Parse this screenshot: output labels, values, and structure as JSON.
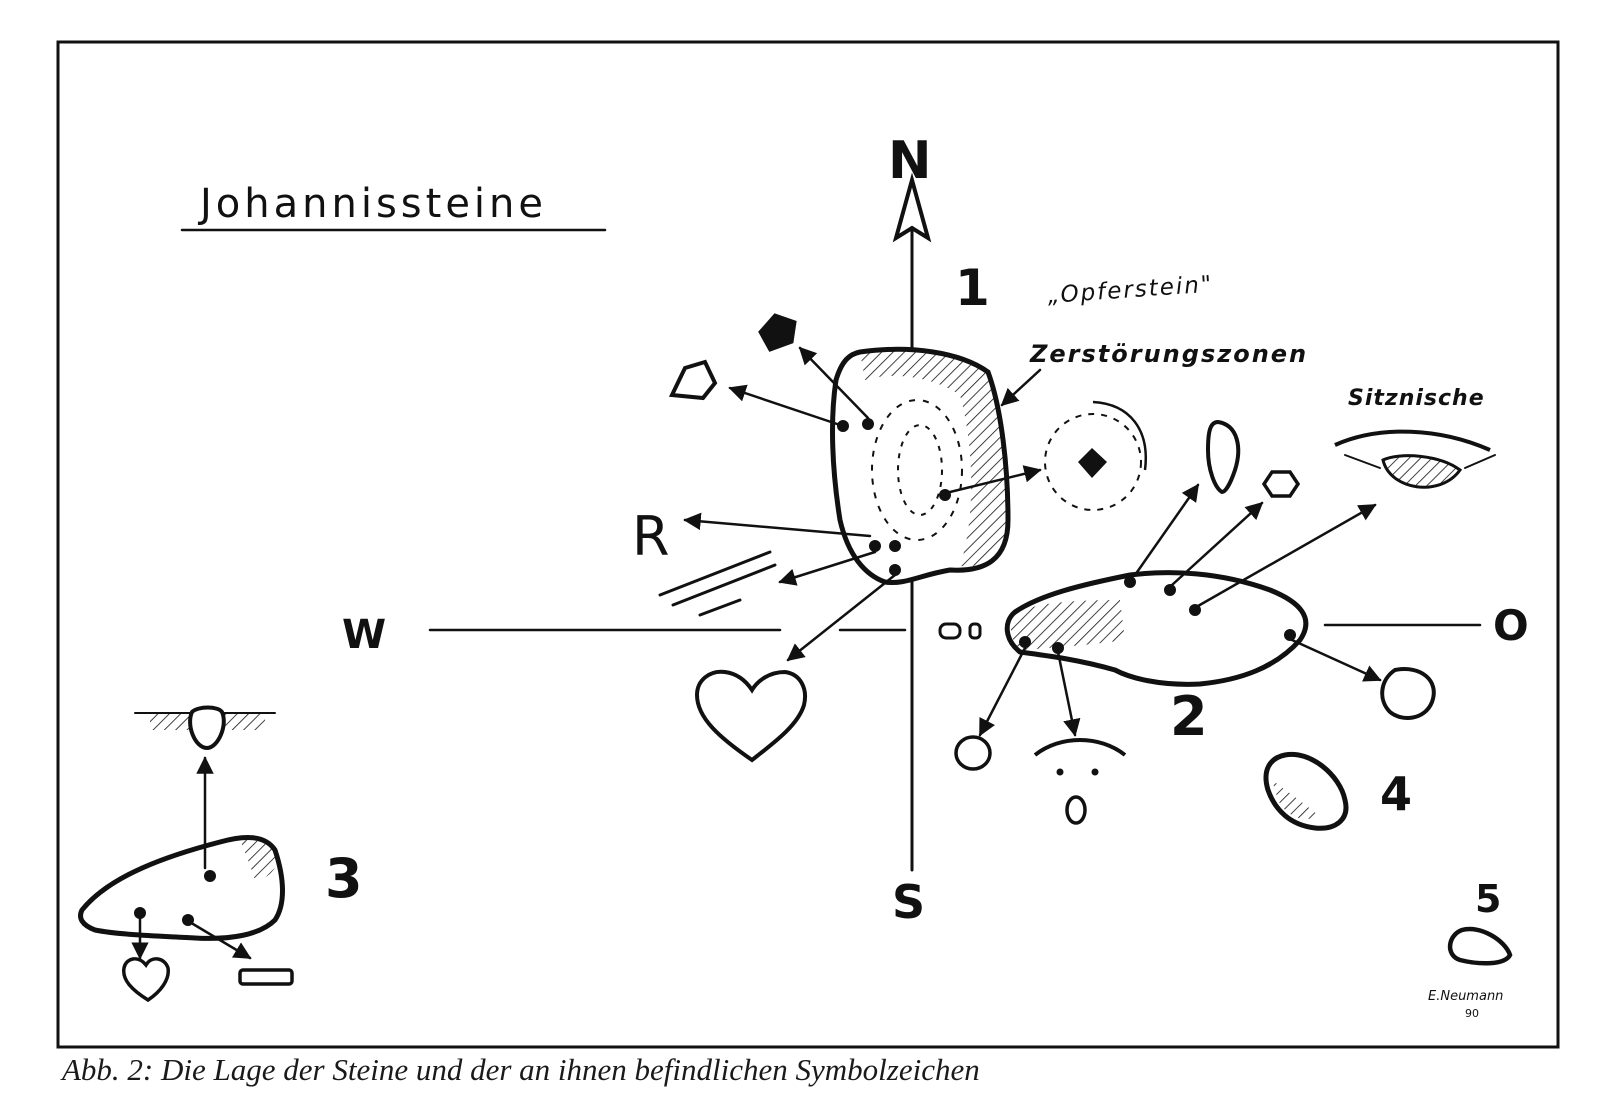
{
  "diagram": {
    "title": "Johannissteine",
    "compass": {
      "north": "N",
      "south": "S",
      "west": "W",
      "east": "O"
    },
    "stones": [
      {
        "number": "1"
      },
      {
        "number": "2"
      },
      {
        "number": "3"
      },
      {
        "number": "4"
      },
      {
        "number": "5"
      }
    ],
    "annotations": {
      "opferstein": "„Opferstein\"",
      "zerstoerungszonen": "Zerstörungszonen",
      "sitznische": "Sitznische",
      "r_label": "R"
    },
    "signature": {
      "name": "E.Neumann",
      "year": "90"
    }
  },
  "caption": "Abb. 2: Die Lage der Steine und der an ihnen befindlichen Symbolzeichen"
}
